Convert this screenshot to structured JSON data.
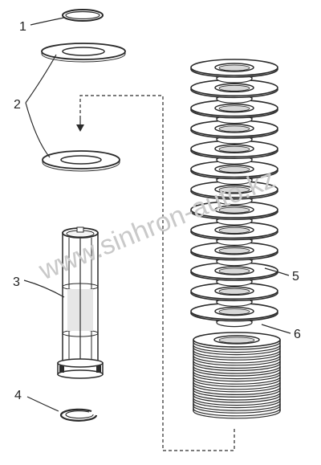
{
  "callouts": {
    "c1": "1",
    "c2": "2",
    "c3": "3",
    "c4": "4",
    "c5": "5",
    "c6": "6"
  },
  "watermark": "www.sinhron-auto.kz",
  "colors": {
    "line": "#2a2a2a",
    "fill": "#ffffff",
    "shade": "#d8d8d8",
    "watermark": "#c9c9c9"
  },
  "stack": {
    "upper_disc_count": 13,
    "lower_disc_count": 14
  }
}
